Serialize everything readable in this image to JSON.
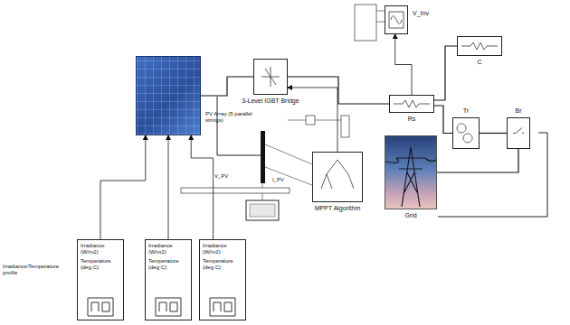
{
  "diagram": {
    "nodes": [
      {
        "text": [
          "PV Array (5 parallel strings)"
        ]
      },
      {
        "text": [
          "3-Level IGBT Bridge"
        ]
      },
      {
        "text": [
          "V_Inv"
        ]
      },
      {
        "text": [
          "Rs"
        ]
      },
      {
        "text": [
          "C"
        ]
      },
      {
        "text": [
          "Tr"
        ]
      },
      {
        "text": [
          "Br"
        ]
      },
      {
        "text": [
          "MPPT Algorithm"
        ]
      },
      {
        "text": [
          "Grid"
        ]
      },
      {
        "text": [
          "Irradiance (W/m2)",
          "Temperature (deg C)"
        ]
      },
      {
        "text": [
          "Irradiance (W/m2)",
          "Temperature (deg C)"
        ]
      },
      {
        "text": [
          "Irradiance (W/m2)",
          "Temperature (deg C)"
        ]
      }
    ],
    "edges": [
      {
        "from": 9,
        "to": 0,
        "arrow": "to"
      },
      {
        "from": 10,
        "to": 0,
        "arrow": "to"
      },
      {
        "from": 11,
        "to": 0,
        "arrow": "to"
      },
      {
        "from": 0,
        "to": 1,
        "arrow": "none"
      },
      {
        "from": 1,
        "to": 3,
        "arrow": "none"
      },
      {
        "from": 3,
        "to": 4,
        "arrow": "none"
      },
      {
        "from": 3,
        "to": 2,
        "arrow": "to"
      },
      {
        "from": 3,
        "to": 5,
        "arrow": "none"
      },
      {
        "from": 5,
        "to": 6,
        "arrow": "none"
      },
      {
        "from": 6,
        "to": 8,
        "arrow": "none"
      },
      {
        "from": 7,
        "to": 1,
        "arrow": "to"
      }
    ],
    "labels": [
      "Irradiance/Temperature profile",
      "V_PV",
      "I_PV"
    ]
  }
}
